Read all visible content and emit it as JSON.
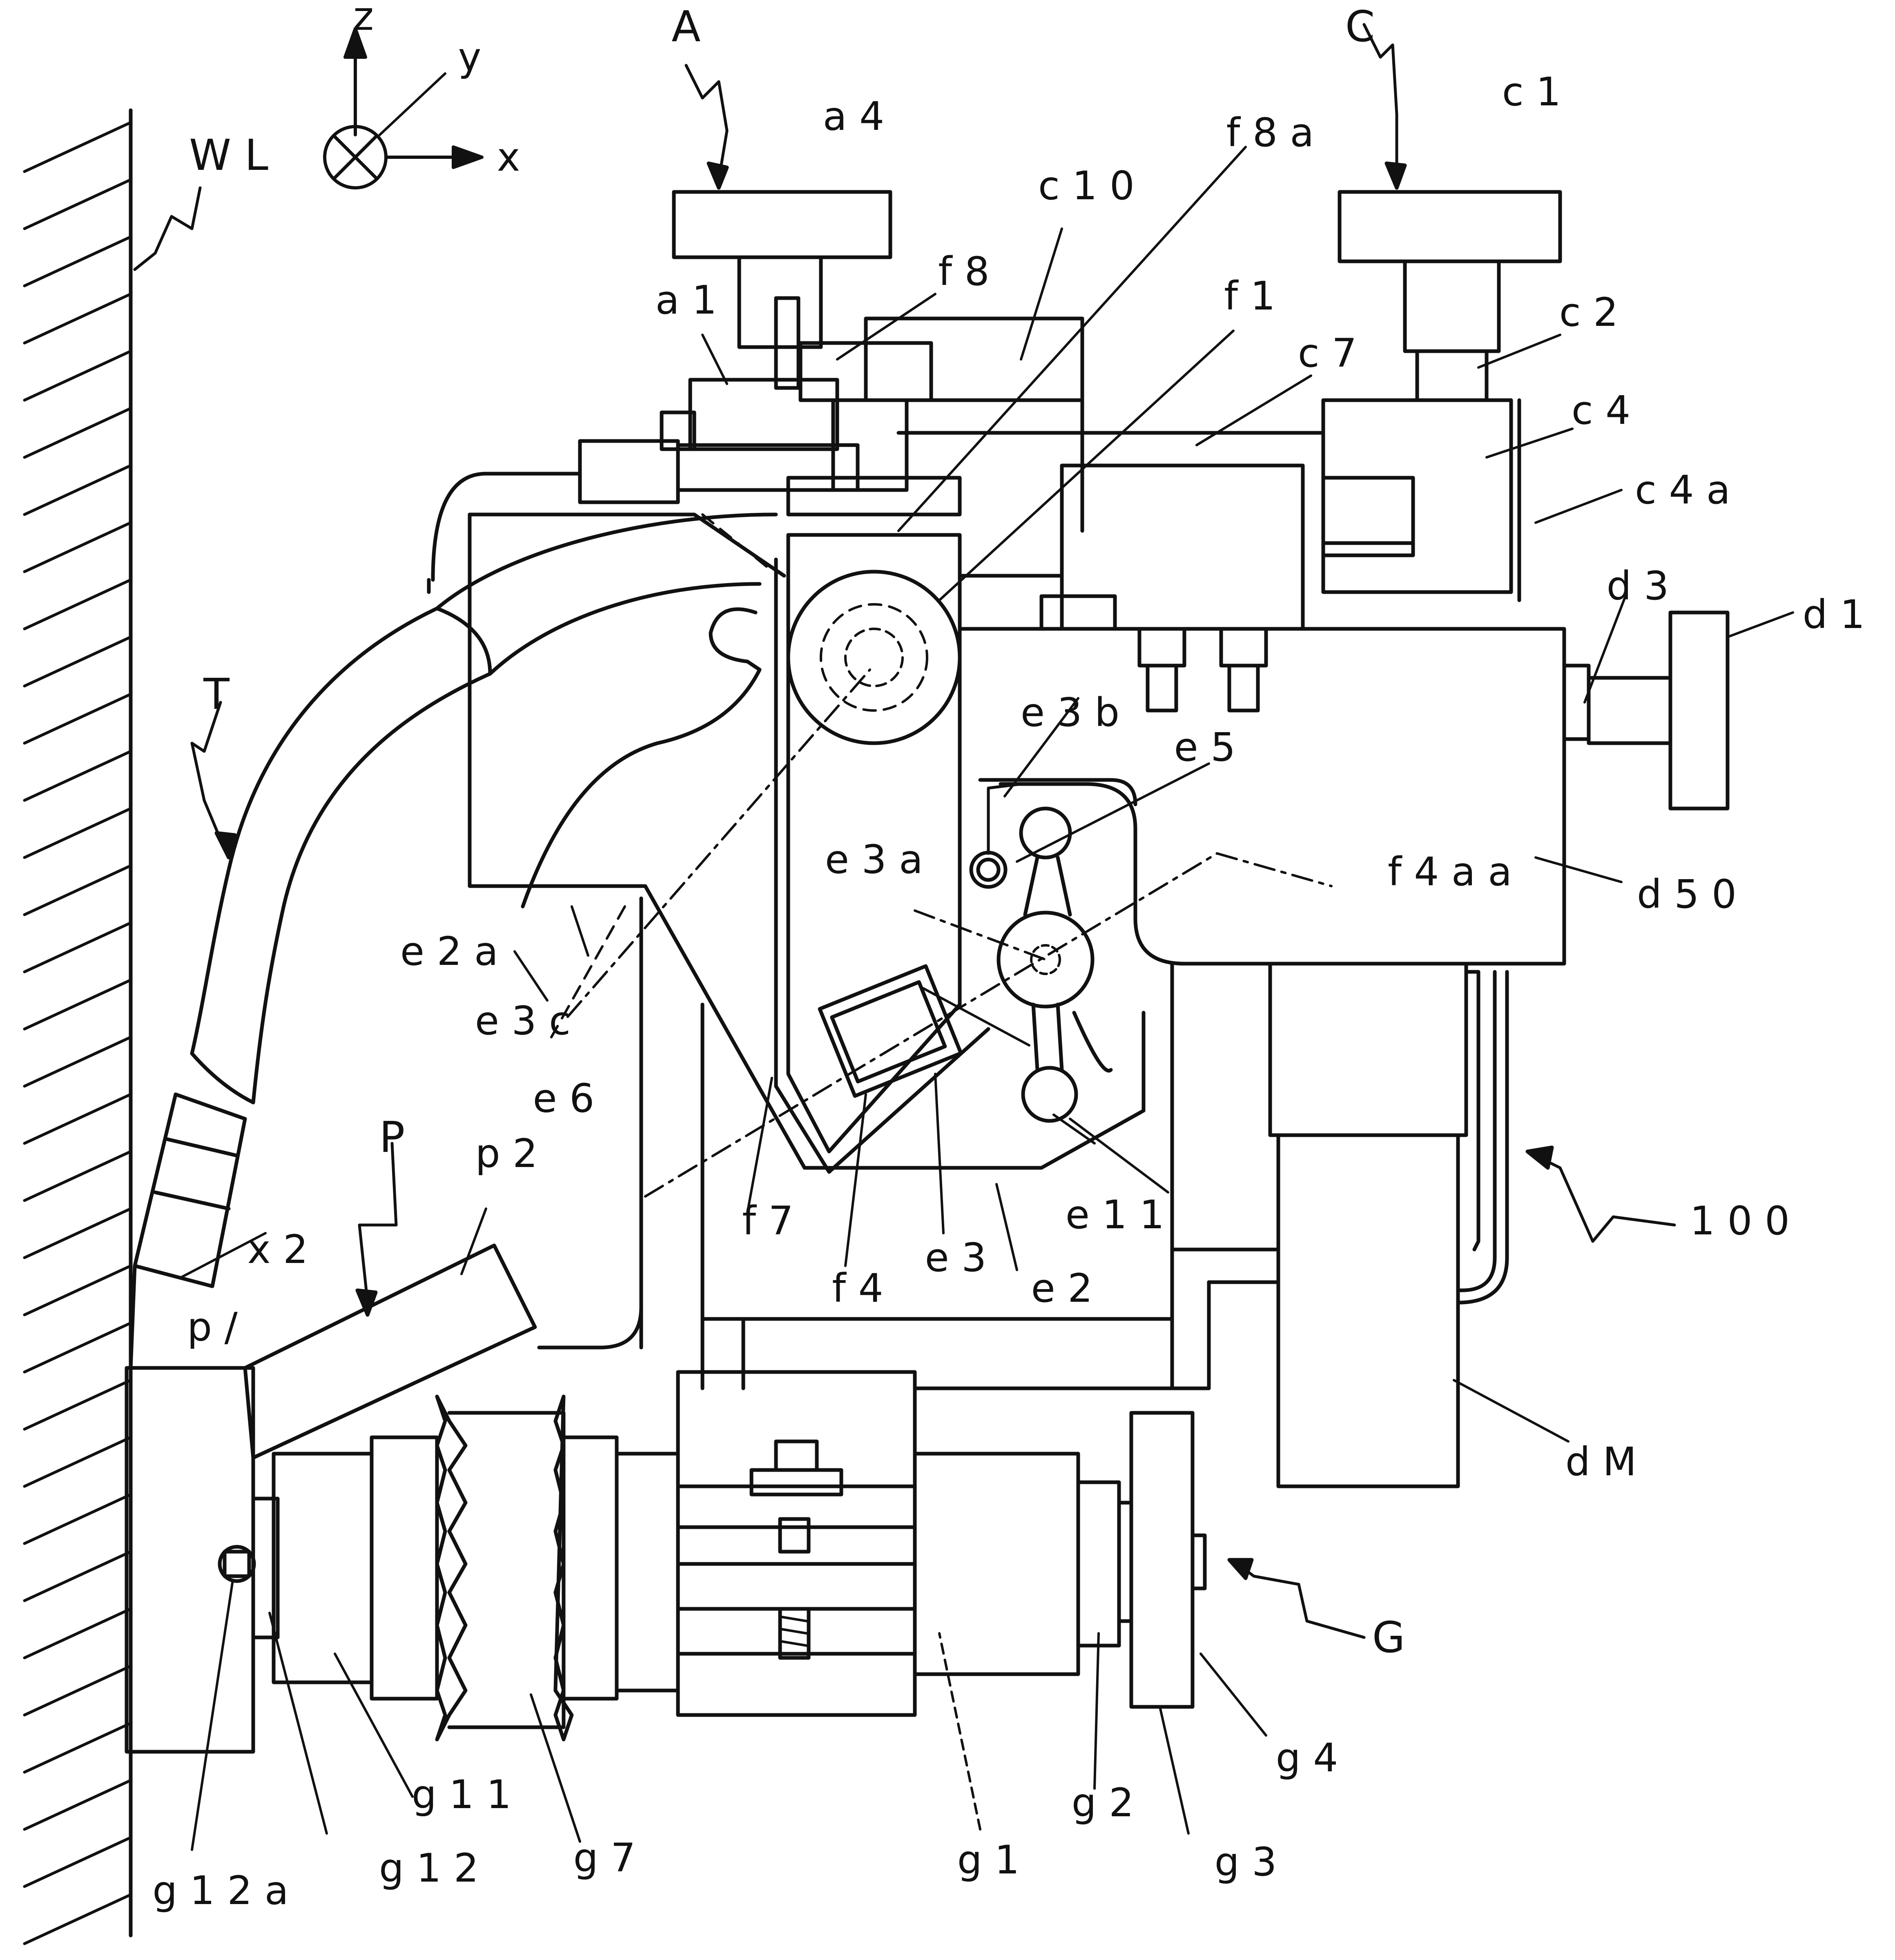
{
  "diagram": {
    "axes": {
      "z": "z",
      "y": "y",
      "x": "x"
    },
    "labels": {
      "A": "A",
      "C": "C",
      "a4": "a 4",
      "c1": "c 1",
      "f8a": "f 8 a",
      "c10": "c 1 0",
      "WL": "W L",
      "f8": "f 8",
      "a1": "a 1",
      "f1": "f 1",
      "c2": "c 2",
      "c7": "c 7",
      "c4": "c 4",
      "c4a": "c 4 a",
      "d3": "d 3",
      "d1": "d 1",
      "e3b": "e 3 b",
      "e5": "e 5",
      "T": "T",
      "e3a": "e 3 a",
      "f4aa": "f 4 a a",
      "d50": "d 5 0",
      "e2a": "e 2 a",
      "e3c": "e 3 c",
      "e6": "e 6",
      "P": "P",
      "p2": "p 2",
      "f7": "f 7",
      "e11": "e 1 1",
      "l100": "1 0 0",
      "x2": "x 2",
      "e3": "e 3",
      "f4": "f 4",
      "e2": "e 2",
      "p1": "p /",
      "dM": "d M",
      "G": "G",
      "g4": "g 4",
      "g11": "g 1 1",
      "g2": "g 2",
      "g12": "g 1 2",
      "g7": "g 7",
      "g1": "g 1",
      "g3": "g 3",
      "g12a": "g 1 2 a"
    }
  }
}
